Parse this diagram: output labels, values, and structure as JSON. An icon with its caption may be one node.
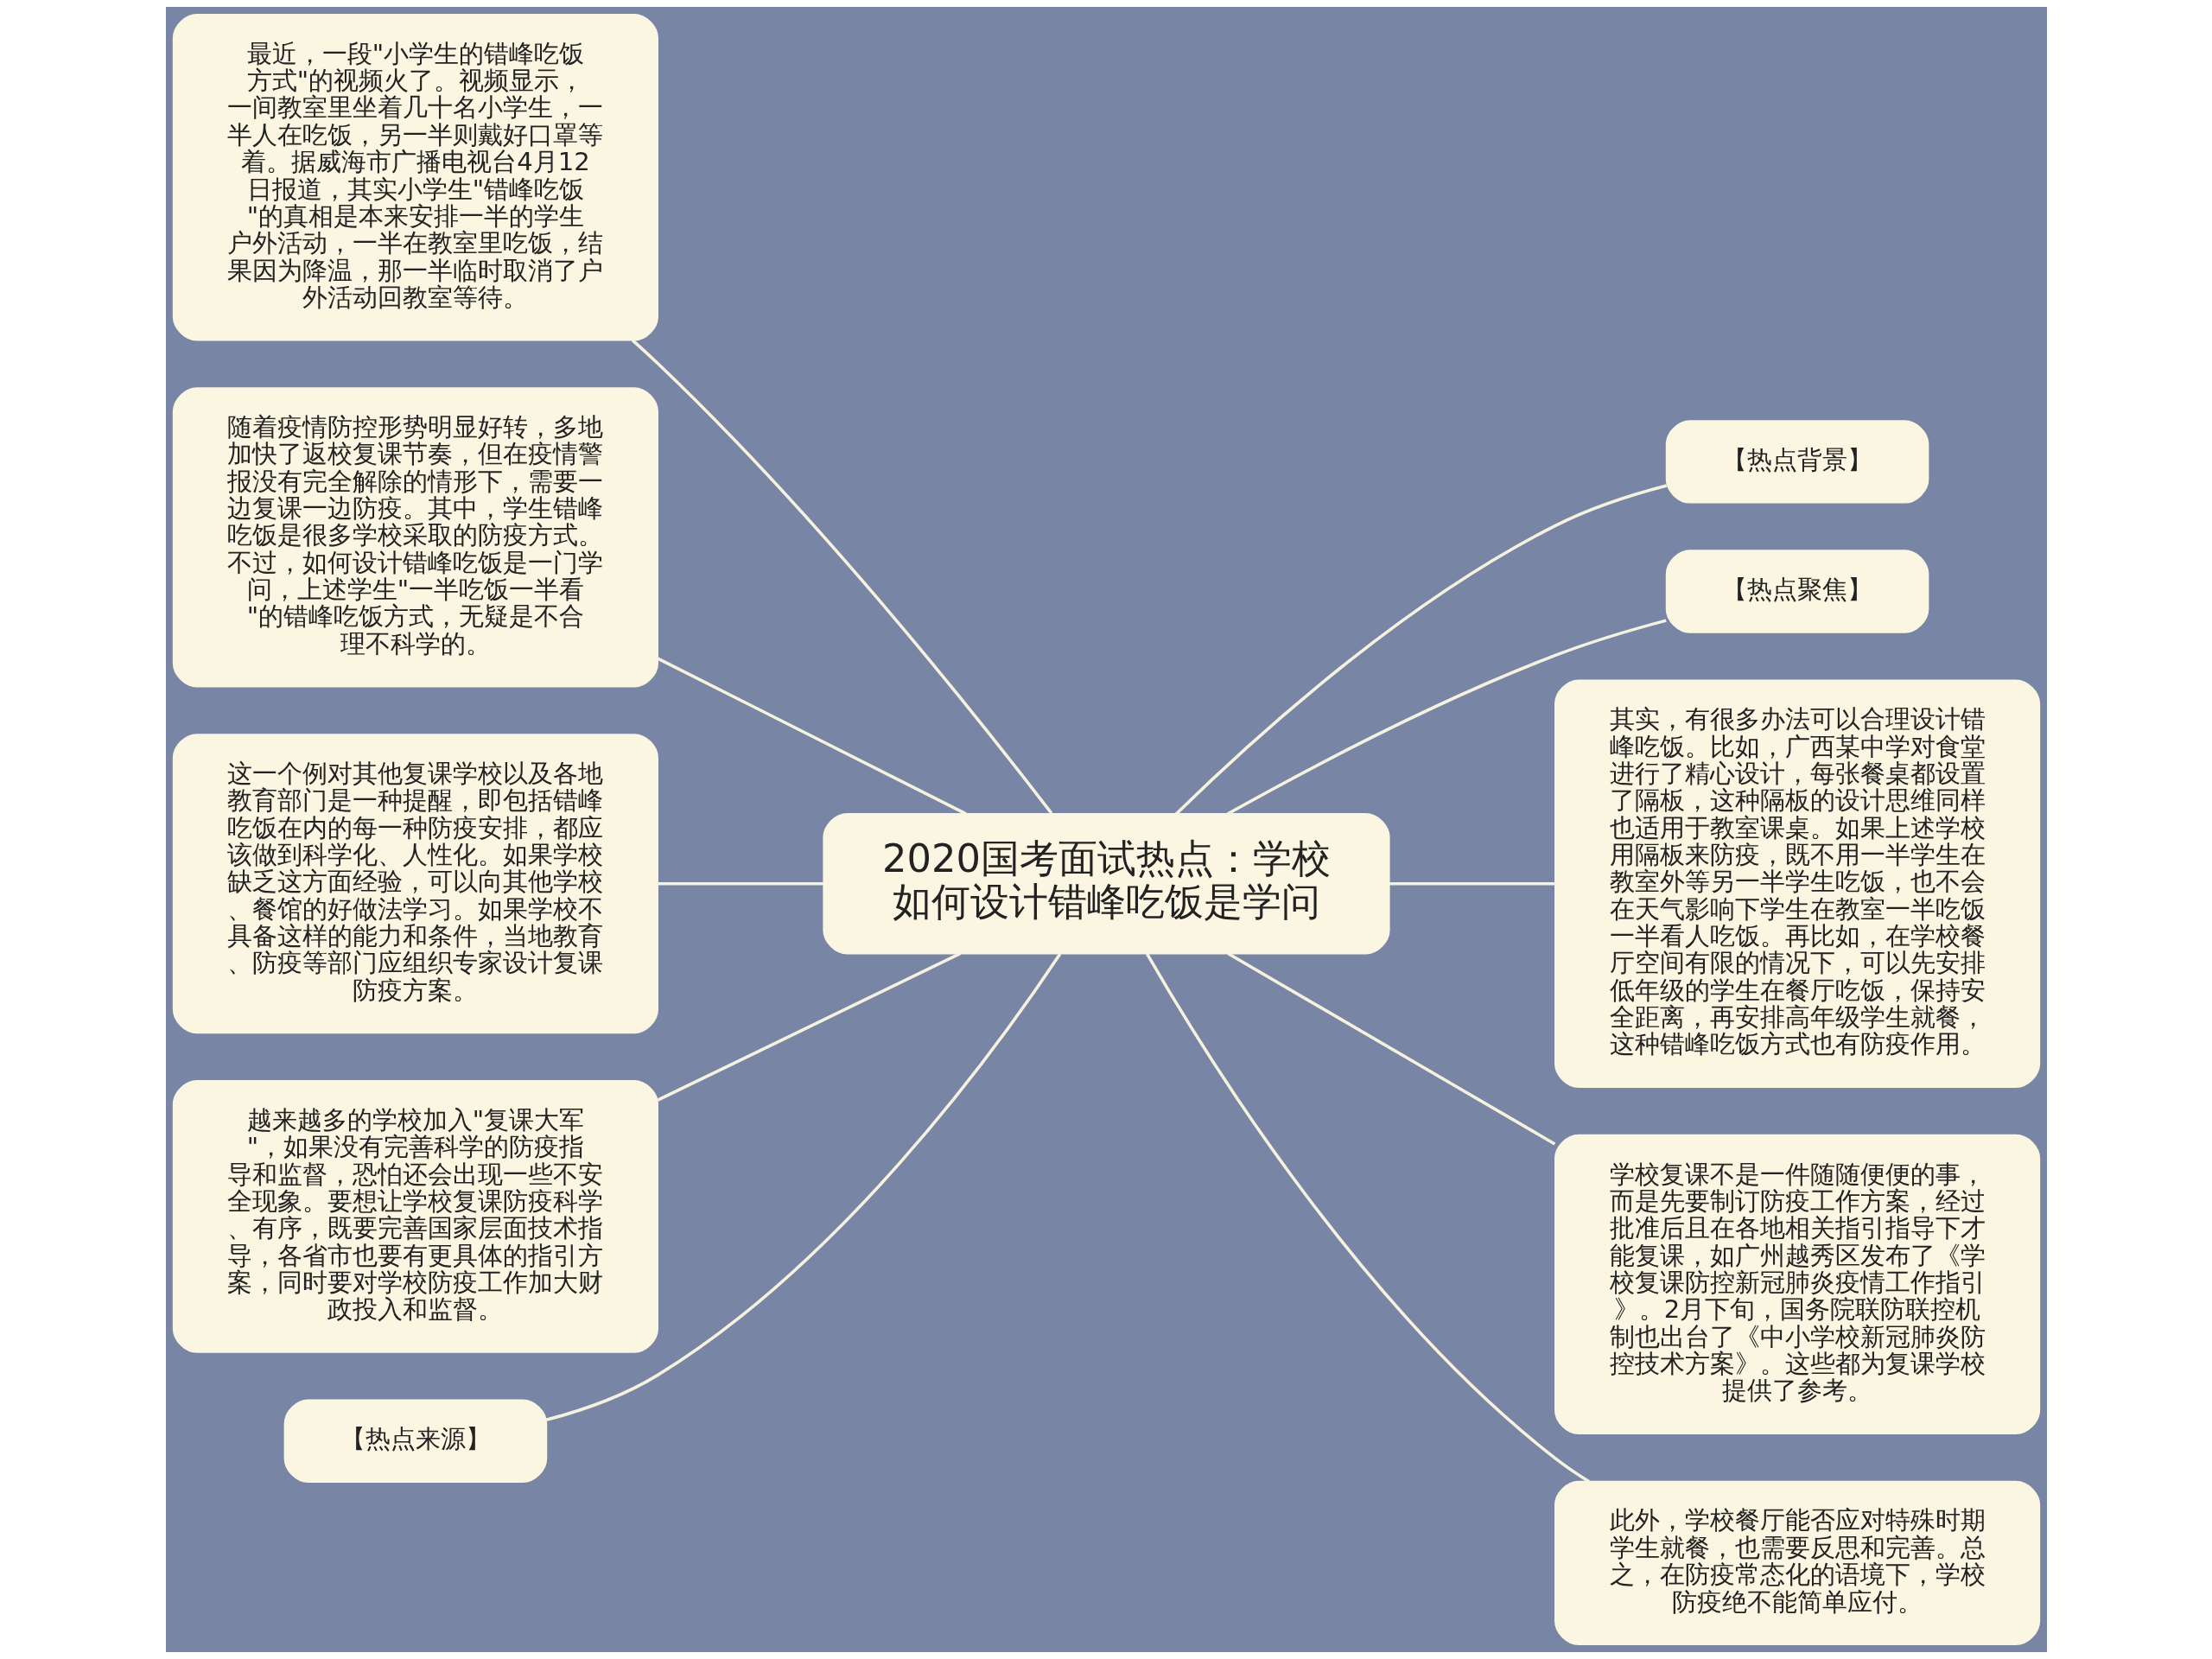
{
  "diagram": {
    "nodes": [
      {
        "text": [
          "2020国考面试热点：学校如何设计错峰吃饭是学问"
        ]
      },
      {
        "text": [
          "最近，一段\"小学生的错峰吃饭方式\"的视频火了。视频显示，一间教室里坐着几十名小学生，一半人在吃饭，另一半则戴好口罩等着。据威海市广播电视台4月12日报道，其实小学生\"错峰吃饭\"的真相是本来安排一半的学生户外活动，一半在教室里吃饭，结果因为降温，那一半临时取消了户外活动回教室等待。"
        ]
      },
      {
        "text": [
          "随着疫情防控形势明显好转，多地加快了返校复课节奏，但在疫情警报没有完全解除的情形下，需要一边复课一边防疫。其中，学生错峰吃饭是很多学校采取的防疫方式。不过，如何设计错峰吃饭是一门学问，上述学生\"一半吃饭一半看\"的错峰吃饭方式，无疑是不合理不科学的。"
        ]
      },
      {
        "text": [
          "这一个例对其他复课学校以及各地教育部门是一种提醒，即包括错峰吃饭在内的每一种防疫安排，都应该做到科学化、人性化。如果学校缺乏这方面经验，可以向其他学校、餐馆的好做法学习。如果学校不具备这样的能力和条件，当地教育、防疫等部门应组织专家设计复课防疫方案。"
        ]
      },
      {
        "text": [
          "越来越多的学校加入\"复课大军\"，如果没有完善科学的防疫指导和监督，恐怕还会出现一些不安全现象。要想让学校复课防疫科学、有序，既要完善国家层面技术指导，各省市也要有更具体的指引方案，同时要对学校防疫工作加大财政投入和监督。"
        ]
      },
      {
        "text": [
          "【热点来源】"
        ]
      },
      {
        "text": [
          "【热点背景】"
        ]
      },
      {
        "text": [
          "【热点聚焦】"
        ]
      },
      {
        "text": [
          "其实，有很多办法可以合理设计错峰吃饭。比如，广西某中学对食堂进行了精心设计，每张餐桌都设置了隔板，这种隔板的设计思维同样也适用于教室课桌。如果上述学校用隔板来防疫，既不用一半学生在教室外等另一半学生吃饭，也不会在天气影响下学生在教室一半吃饭一半看人吃饭。再比如，在学校餐厅空间有限的情况下，可以先安排低年级的学生在餐厅吃饭，保持安全距离，再安排高年级学生就餐，这种错峰吃饭方式也有防疫作用。"
        ]
      },
      {
        "text": [
          "学校复课不是一件随随便便的事，而是先要制订防疫工作方案，经过批准后且在各地相关指引指导下才能复课，如广州越秀区发布了《学校复课防控新冠肺炎疫情工作指引》。2月下旬，国务院联防联控机制也出台了《中小学校新冠肺炎防控技术方案》。这些都为复课学校提供了参考。"
        ]
      },
      {
        "text": [
          "此外，学校餐厅能否应对特殊时期学生就餐，也需要反思和完善。总之，在防疫常态化的语境下，学校防疫绝不能简单应付。"
        ]
      }
    ],
    "edges": [
      {
        "from": 0,
        "to": 1,
        "arrow": "none"
      },
      {
        "from": 0,
        "to": 2,
        "arrow": "none"
      },
      {
        "from": 0,
        "to": 3,
        "arrow": "none"
      },
      {
        "from": 0,
        "to": 4,
        "arrow": "none"
      },
      {
        "from": 0,
        "to": 5,
        "arrow": "none"
      },
      {
        "from": 0,
        "to": 6,
        "arrow": "none"
      },
      {
        "from": 0,
        "to": 7,
        "arrow": "none"
      },
      {
        "from": 0,
        "to": 8,
        "arrow": "none"
      },
      {
        "from": 0,
        "to": 9,
        "arrow": "none"
      },
      {
        "from": 0,
        "to": 10,
        "arrow": "none"
      }
    ]
  }
}
